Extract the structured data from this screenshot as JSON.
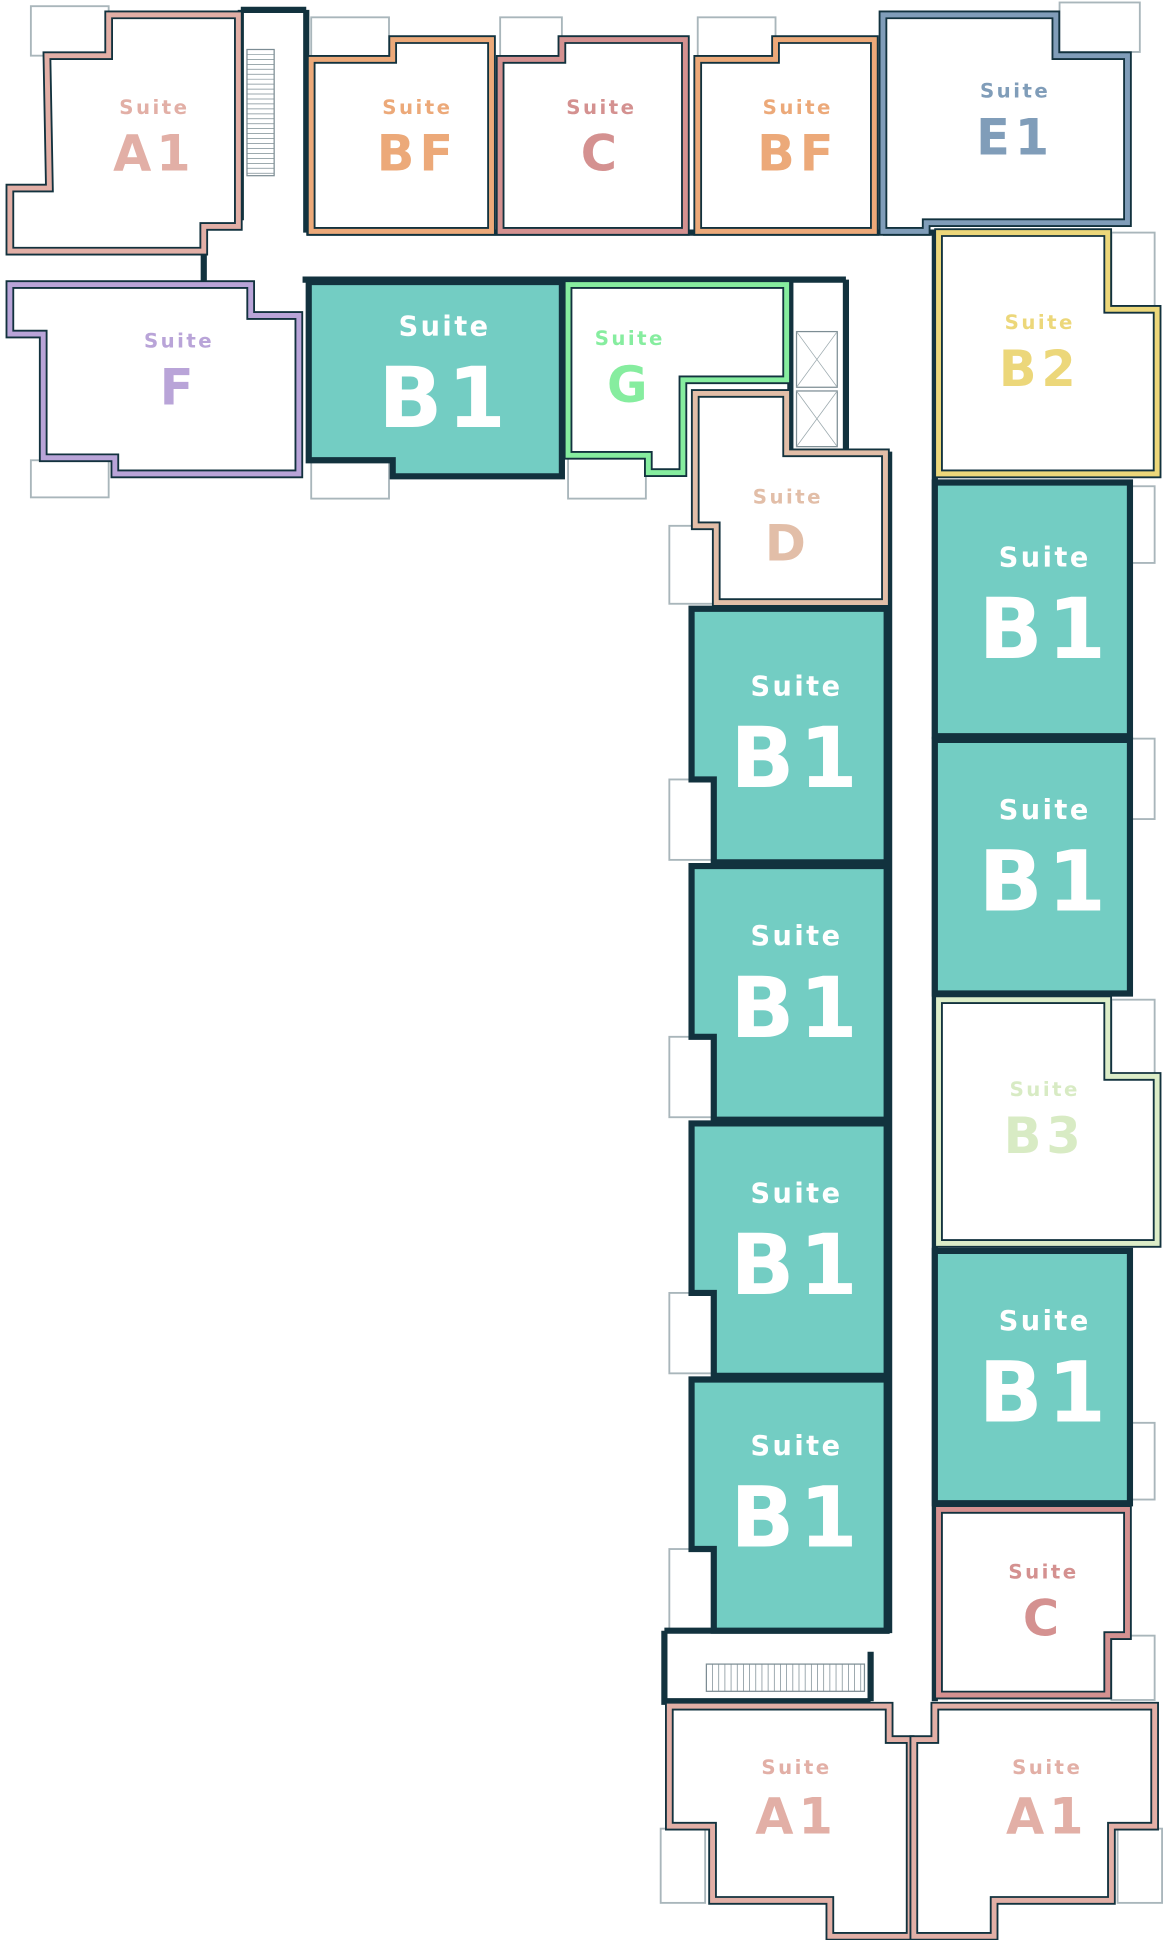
{
  "floorplan": {
    "suites": [
      {
        "label": "Suite",
        "code": "A1",
        "color": "#e2afa6",
        "fill": "#ffffff",
        "text_color": "#e2afa6"
      },
      {
        "label": "Suite",
        "code": "BF",
        "color": "#eca979",
        "fill": "#ffffff",
        "text_color": "#eca979"
      },
      {
        "label": "Suite",
        "code": "C",
        "color": "#d49190",
        "fill": "#ffffff",
        "text_color": "#d49190"
      },
      {
        "label": "Suite",
        "code": "BF",
        "color": "#eca979",
        "fill": "#ffffff",
        "text_color": "#eca979"
      },
      {
        "label": "Suite",
        "code": "E1",
        "color": "#809db9",
        "fill": "#ffffff",
        "text_color": "#809db9"
      },
      {
        "label": "Suite",
        "code": "F",
        "color": "#b9a4d8",
        "fill": "#ffffff",
        "text_color": "#b9a4d8"
      },
      {
        "label": "Suite",
        "code": "B1",
        "color": "#12323e",
        "fill": "#73cdc3",
        "text_color": "#ffffff"
      },
      {
        "label": "Suite",
        "code": "G",
        "color": "#86ed9f",
        "fill": "#ffffff",
        "text_color": "#86ed9f"
      },
      {
        "label": "Suite",
        "code": "D",
        "color": "#e2bea8",
        "fill": "#ffffff",
        "text_color": "#e2bea8"
      },
      {
        "label": "Suite",
        "code": "B2",
        "color": "#ecd77a",
        "fill": "#ffffff",
        "text_color": "#ecd77a"
      },
      {
        "label": "Suite",
        "code": "B1",
        "color": "#12323e",
        "fill": "#73cdc3",
        "text_color": "#ffffff"
      },
      {
        "label": "Suite",
        "code": "B1",
        "color": "#12323e",
        "fill": "#73cdc3",
        "text_color": "#ffffff"
      },
      {
        "label": "Suite",
        "code": "B1",
        "color": "#12323e",
        "fill": "#73cdc3",
        "text_color": "#ffffff"
      },
      {
        "label": "Suite",
        "code": "B1",
        "color": "#12323e",
        "fill": "#73cdc3",
        "text_color": "#ffffff"
      },
      {
        "label": "Suite",
        "code": "B1",
        "color": "#12323e",
        "fill": "#73cdc3",
        "text_color": "#ffffff"
      },
      {
        "label": "Suite",
        "code": "B1",
        "color": "#12323e",
        "fill": "#73cdc3",
        "text_color": "#ffffff"
      },
      {
        "label": "Suite",
        "code": "B3",
        "color": "#dcedc8",
        "fill": "#ffffff",
        "text_color": "#d8ebc4"
      },
      {
        "label": "Suite",
        "code": "B1",
        "color": "#12323e",
        "fill": "#73cdc3",
        "text_color": "#ffffff"
      },
      {
        "label": "Suite",
        "code": "C",
        "color": "#d49190",
        "fill": "#ffffff",
        "text_color": "#d49190"
      },
      {
        "label": "Suite",
        "code": "A1",
        "color": "#e2afa6",
        "fill": "#ffffff",
        "text_color": "#e2afa6"
      },
      {
        "label": "Suite",
        "code": "A1",
        "color": "#e2afa6",
        "fill": "#ffffff",
        "text_color": "#e2afa6"
      }
    ],
    "wall_color": "#12323e",
    "balcony_color": "#a9b6bb"
  }
}
